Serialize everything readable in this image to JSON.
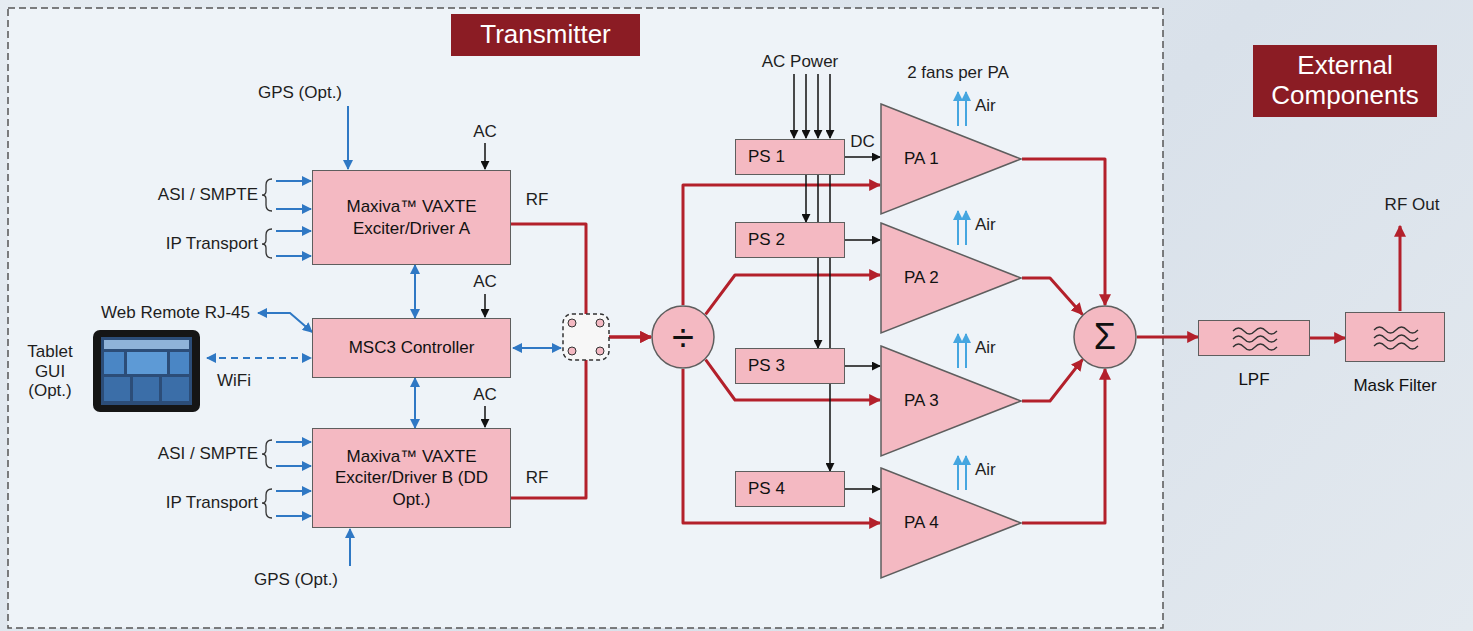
{
  "diagram": {
    "nodes": [
      {
        "text": [
          "Transmitter"
        ]
      },
      {
        "text": [
          "External Components"
        ]
      },
      {
        "text": [
          "Maxiva™ VAXTE Exciter/Driver A"
        ]
      },
      {
        "text": [
          "MSC3 Controller"
        ]
      },
      {
        "text": [
          "Maxiva™ VAXTE Exciter/Driver B (DD Opt.)"
        ]
      },
      {
        "text": [
          "÷"
        ]
      },
      {
        "text": [
          "PS 1"
        ]
      },
      {
        "text": [
          "PA 1"
        ]
      },
      {
        "text": [
          "PS 2"
        ]
      },
      {
        "text": [
          "PA 2"
        ]
      },
      {
        "text": [
          "PS 3"
        ]
      },
      {
        "text": [
          "PA 3"
        ]
      },
      {
        "text": [
          "PS 4"
        ]
      },
      {
        "text": [
          "PA 4"
        ]
      },
      {
        "text": [
          "Σ"
        ]
      },
      {
        "text": [
          "LPF"
        ]
      },
      {
        "text": [
          "Mask Filter"
        ]
      }
    ],
    "edges": [
      {
        "from": 2,
        "to": 3,
        "arrow": "both"
      },
      {
        "from": 3,
        "to": 4,
        "arrow": "both"
      },
      {
        "from": 2,
        "to": 5,
        "arrow": "to"
      },
      {
        "from": 4,
        "to": 5,
        "arrow": "to"
      },
      {
        "from": 5,
        "to": 7,
        "arrow": "to"
      },
      {
        "from": 5,
        "to": 9,
        "arrow": "to"
      },
      {
        "from": 5,
        "to": 11,
        "arrow": "to"
      },
      {
        "from": 5,
        "to": 13,
        "arrow": "to"
      },
      {
        "from": 6,
        "to": 7,
        "arrow": "to",
        "label": "DC"
      },
      {
        "from": 8,
        "to": 9,
        "arrow": "to"
      },
      {
        "from": 10,
        "to": 11,
        "arrow": "to"
      },
      {
        "from": 12,
        "to": 13,
        "arrow": "to"
      },
      {
        "from": 6,
        "to": 8,
        "arrow": "to"
      },
      {
        "from": 6,
        "to": 10,
        "arrow": "to"
      },
      {
        "from": 6,
        "to": 12,
        "arrow": "to"
      },
      {
        "from": 7,
        "to": 14,
        "arrow": "to"
      },
      {
        "from": 9,
        "to": 14,
        "arrow": "to"
      },
      {
        "from": 11,
        "to": 14,
        "arrow": "to"
      },
      {
        "from": 13,
        "to": 14,
        "arrow": "to"
      },
      {
        "from": 14,
        "to": 15,
        "arrow": "to"
      },
      {
        "from": 15,
        "to": 16,
        "arrow": "to"
      }
    ],
    "labels": [
      "GPS (Opt.)",
      "AC",
      "ASI / SMPTE",
      "IP Transport",
      "RF",
      "AC",
      "Web Remote RJ-45",
      "Tablet GUI (Opt.)",
      "WiFi",
      "ASI / SMPTE",
      "IP Transport",
      "RF",
      "AC",
      "GPS (Opt.)",
      "AC Power",
      "2 fans per PA",
      "Air",
      "Air",
      "Air",
      "Air",
      "RF Out"
    ]
  }
}
